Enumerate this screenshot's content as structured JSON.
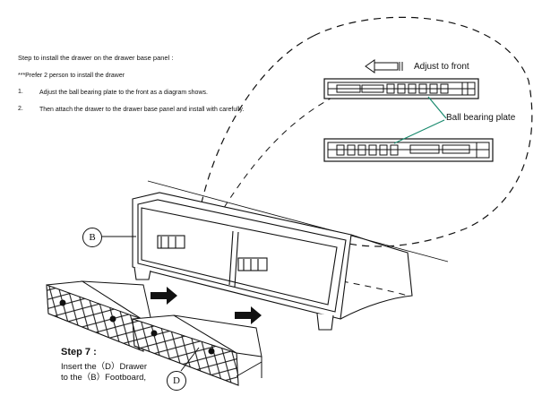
{
  "instructions": {
    "title": "Step to install the drawer on the drawer base panel :",
    "note": "***Prefer 2 person to install the drawer",
    "steps": [
      {
        "num": "1.",
        "text": "Adjust the ball bearing plate to the front as a diagram shows."
      },
      {
        "num": "2.",
        "text": "Then attach the drawer to the drawer base panel and install with carefully."
      }
    ]
  },
  "callouts": {
    "adjust_front": "Adjust to front",
    "ball_bearing": "Ball bearing plate"
  },
  "labels": {
    "b": "B",
    "d": "D"
  },
  "step7": {
    "title": "Step 7 :",
    "line1": "Insert the（D）Drawer",
    "line2": "to the（B）Footboard,"
  }
}
